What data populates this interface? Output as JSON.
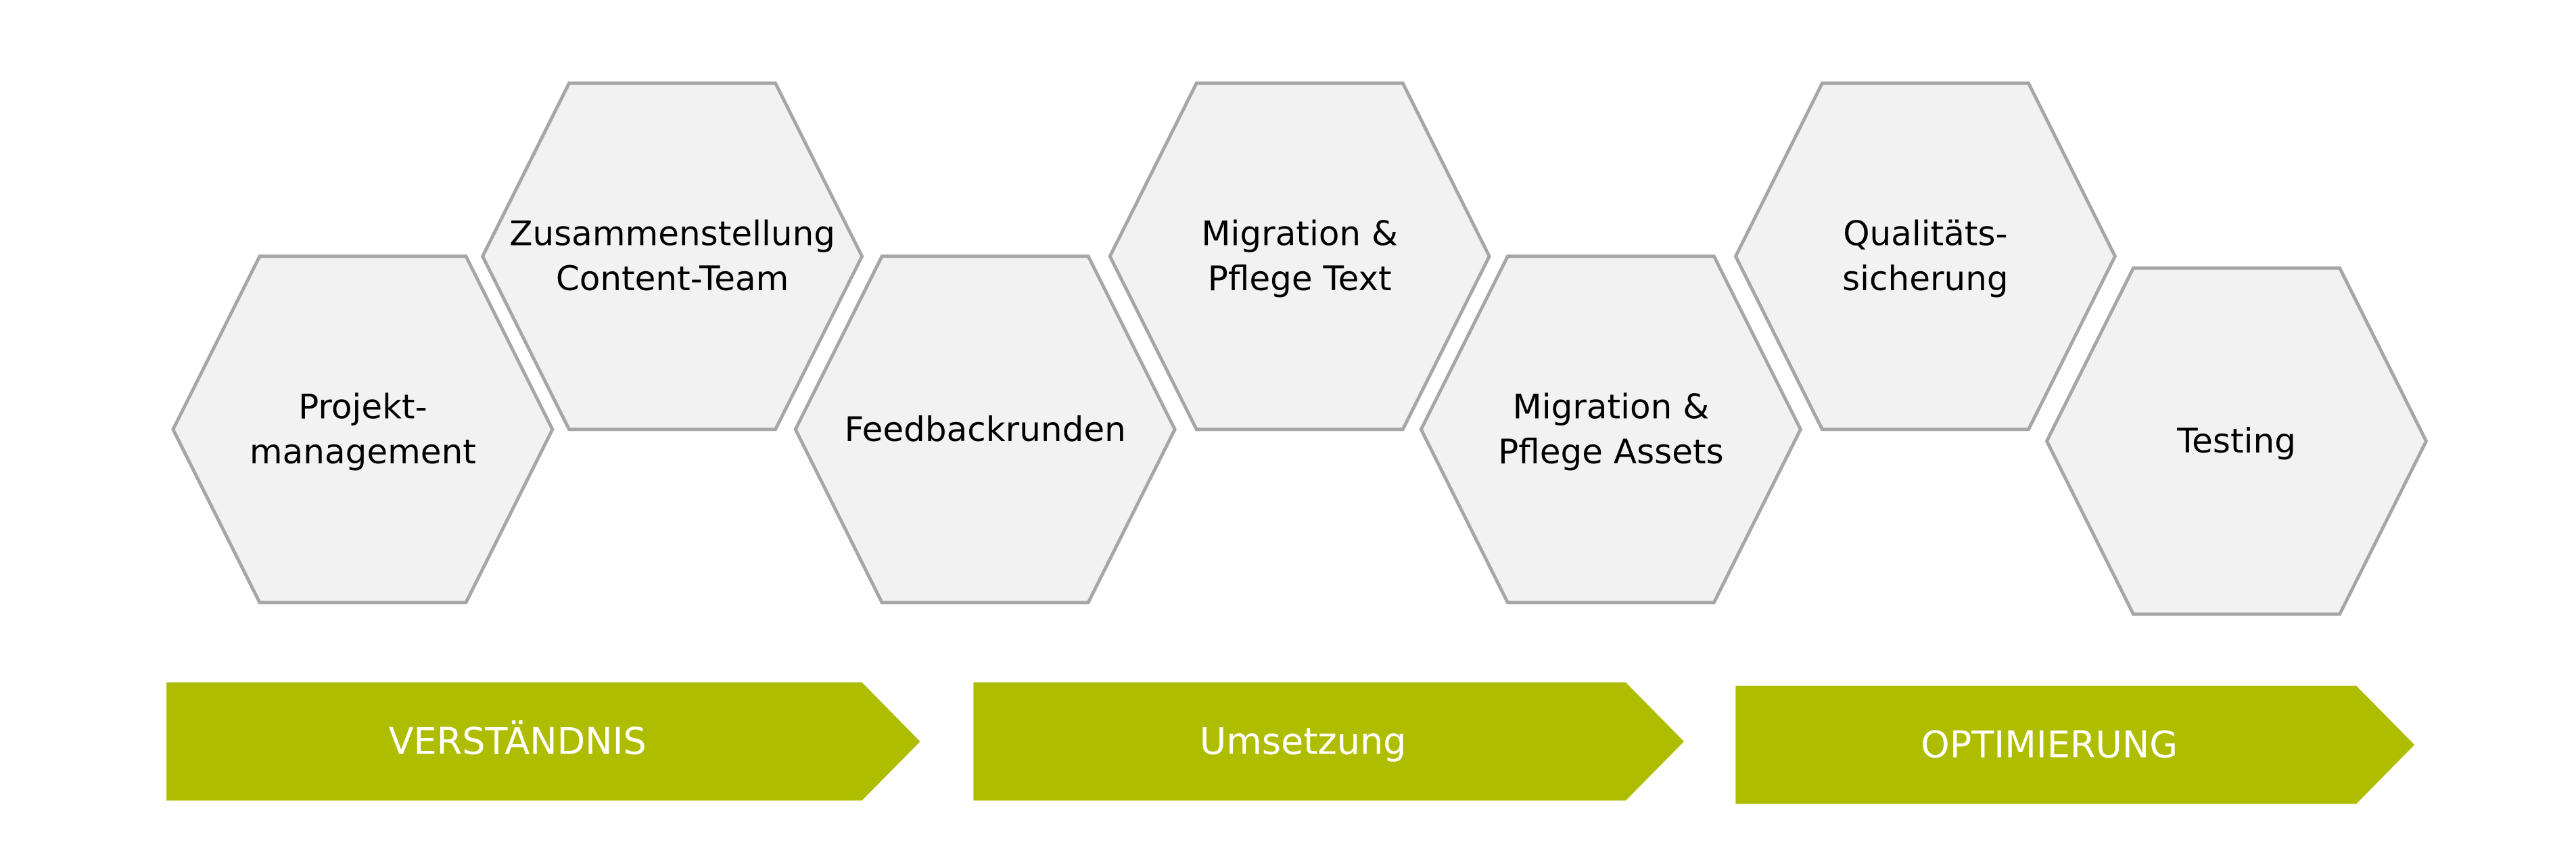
{
  "colors": {
    "hex_fill": "#f2f2f2",
    "hex_stroke": "#a6a6a6",
    "arrow_fill": "#afbd00",
    "arrow_text": "#ffffff",
    "hex_text": "#000000"
  },
  "steps": [
    {
      "id": "projektmanagement",
      "lines": [
        "Projekt-",
        "management"
      ]
    },
    {
      "id": "zusammenstellung",
      "lines": [
        "Zusammenstellung",
        "Content-Team"
      ]
    },
    {
      "id": "feedbackrunden",
      "lines": [
        "Feedbackrunden"
      ]
    },
    {
      "id": "migration-text",
      "lines": [
        "Migration &",
        "Pflege Text"
      ]
    },
    {
      "id": "migration-assets",
      "lines": [
        "Migration &",
        "Pflege Assets"
      ]
    },
    {
      "id": "qualitaetssicherung",
      "lines": [
        "Qualitäts-",
        "sicherung"
      ]
    },
    {
      "id": "testing",
      "lines": [
        "Testing"
      ]
    }
  ],
  "phases": [
    {
      "id": "verstaendnis",
      "label": "VERSTÄNDNIS"
    },
    {
      "id": "umsetzung",
      "label": "Umsetzung"
    },
    {
      "id": "optimierung",
      "label": "OPTIMIERUNG"
    }
  ]
}
